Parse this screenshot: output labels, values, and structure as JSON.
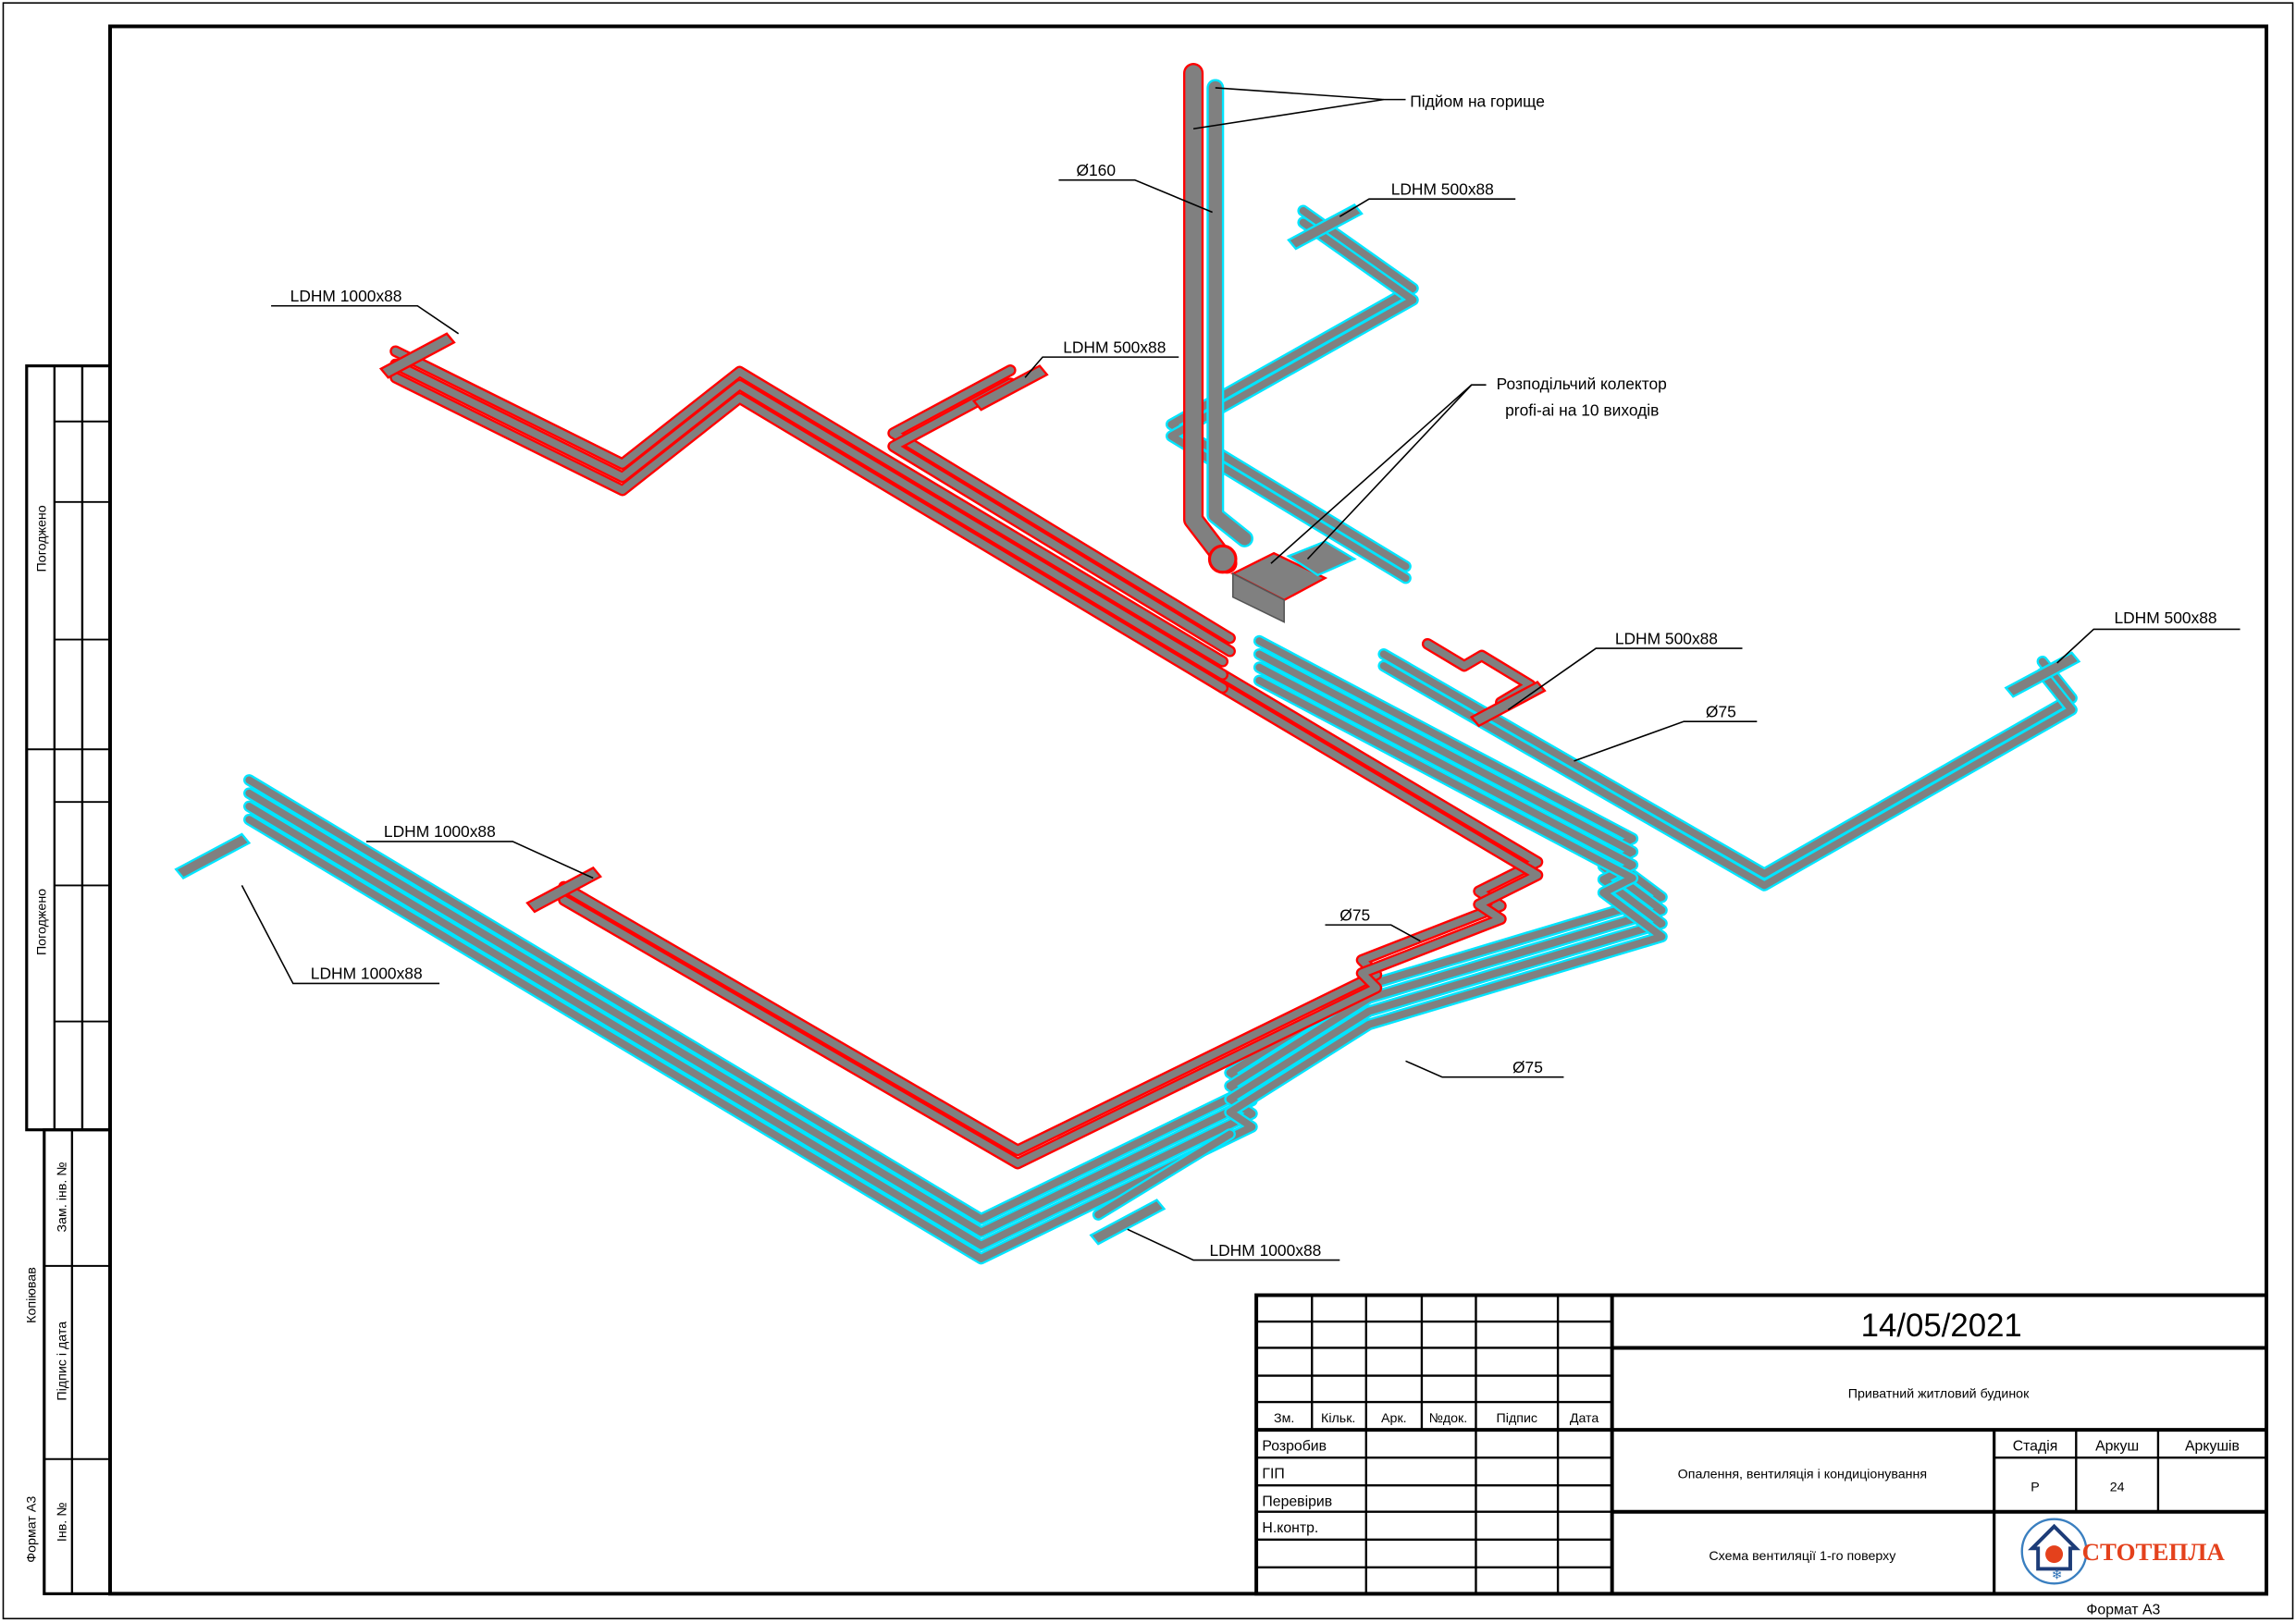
{
  "drawing": {
    "labels": {
      "attic_rise": "Підйом на горище",
      "d160": "Ø160",
      "ldhm500_top": "LDHM 500x88",
      "ldhm1000_topleft": "LDHM 1000x88",
      "ldhm500_mid": "LDHM 500x88",
      "collector_line1": "Розподільчий колектор",
      "collector_line2": "profi-ai на 10 виходів",
      "ldhm500_right_near": "LDHM 500x88",
      "ldhm500_far_right": "LDHM 500x88",
      "d75_right": "Ø75",
      "ldhm1000_center": "LDHM 1000x88",
      "ldhm1000_left": "LDHM 1000x88",
      "d75_center": "Ø75",
      "d75_lower": "Ø75",
      "ldhm1000_bottom": "LDHM 1000x88"
    },
    "colors": {
      "supply": "#ff0000",
      "exhaust": "#00e5ff",
      "pipe_fill": "#808080"
    }
  },
  "side_strip": {
    "approved_1": "Погоджено",
    "approved_2": "Погоджено",
    "replaced_inv": "Зам. інв. №",
    "sign_date": "Підпис і дата",
    "inv_no": "Інв. №",
    "copied": "Копіював",
    "format": "Формат  А3"
  },
  "title_block": {
    "date": "14/05/2021",
    "project": "Приватний житловий будинок",
    "section": "Опалення, вентиляція і кондиціонування",
    "sheet_title": "Схема вентиляції 1-го поверху",
    "headers": [
      "Зм.",
      "Кільк.",
      "Арк.",
      "№док.",
      "Підпис",
      "Дата"
    ],
    "roles": [
      "Розробив",
      "ГІП",
      "Перевірив",
      "Н.контр."
    ],
    "stage_label": "Стадія",
    "sheet_label": "Аркуш",
    "sheets_label": "Аркушів",
    "stage": "Р",
    "sheet": "24",
    "sheets": "",
    "logo_text": "СТОТЕПЛА",
    "format": "Формат   А3"
  }
}
